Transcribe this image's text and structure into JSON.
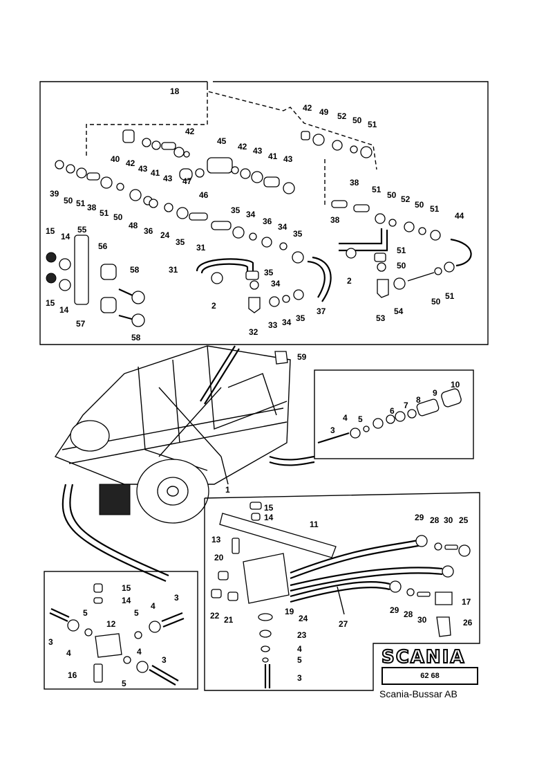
{
  "title_block": {
    "brand": "SCANIA",
    "doc_number": "62 68",
    "company": "Scania-Bussar AB"
  },
  "callouts": {
    "top_panel": [
      "18",
      "42",
      "49",
      "52",
      "50",
      "51",
      "40",
      "42",
      "43",
      "41",
      "43",
      "42",
      "45",
      "42",
      "43",
      "41",
      "43",
      "39",
      "50",
      "51",
      "38",
      "51",
      "50",
      "48",
      "36",
      "24",
      "35",
      "31",
      "35",
      "34",
      "36",
      "34",
      "35",
      "47",
      "46",
      "38",
      "51",
      "50",
      "52",
      "50",
      "51",
      "44",
      "38",
      "51",
      "50",
      "2",
      "15",
      "14",
      "15",
      "14",
      "55",
      "56",
      "58",
      "57",
      "58",
      "31",
      "35",
      "34",
      "2",
      "32",
      "33",
      "34",
      "35",
      "37",
      "53",
      "54",
      "50",
      "51"
    ],
    "detail_upper_right": [
      "59",
      "10",
      "9",
      "8",
      "7",
      "6",
      "5",
      "4",
      "3"
    ],
    "main": [
      "1"
    ],
    "bottom_right_panel": [
      "15",
      "14",
      "11",
      "13",
      "20",
      "22",
      "21",
      "19",
      "24",
      "23",
      "4",
      "5",
      "3",
      "27",
      "29",
      "28",
      "30",
      "25",
      "29",
      "28",
      "30",
      "17",
      "26"
    ],
    "bottom_left_panel": [
      "15",
      "14",
      "3",
      "5",
      "5",
      "4",
      "3",
      "12",
      "4",
      "4",
      "16",
      "5",
      "3"
    ]
  }
}
